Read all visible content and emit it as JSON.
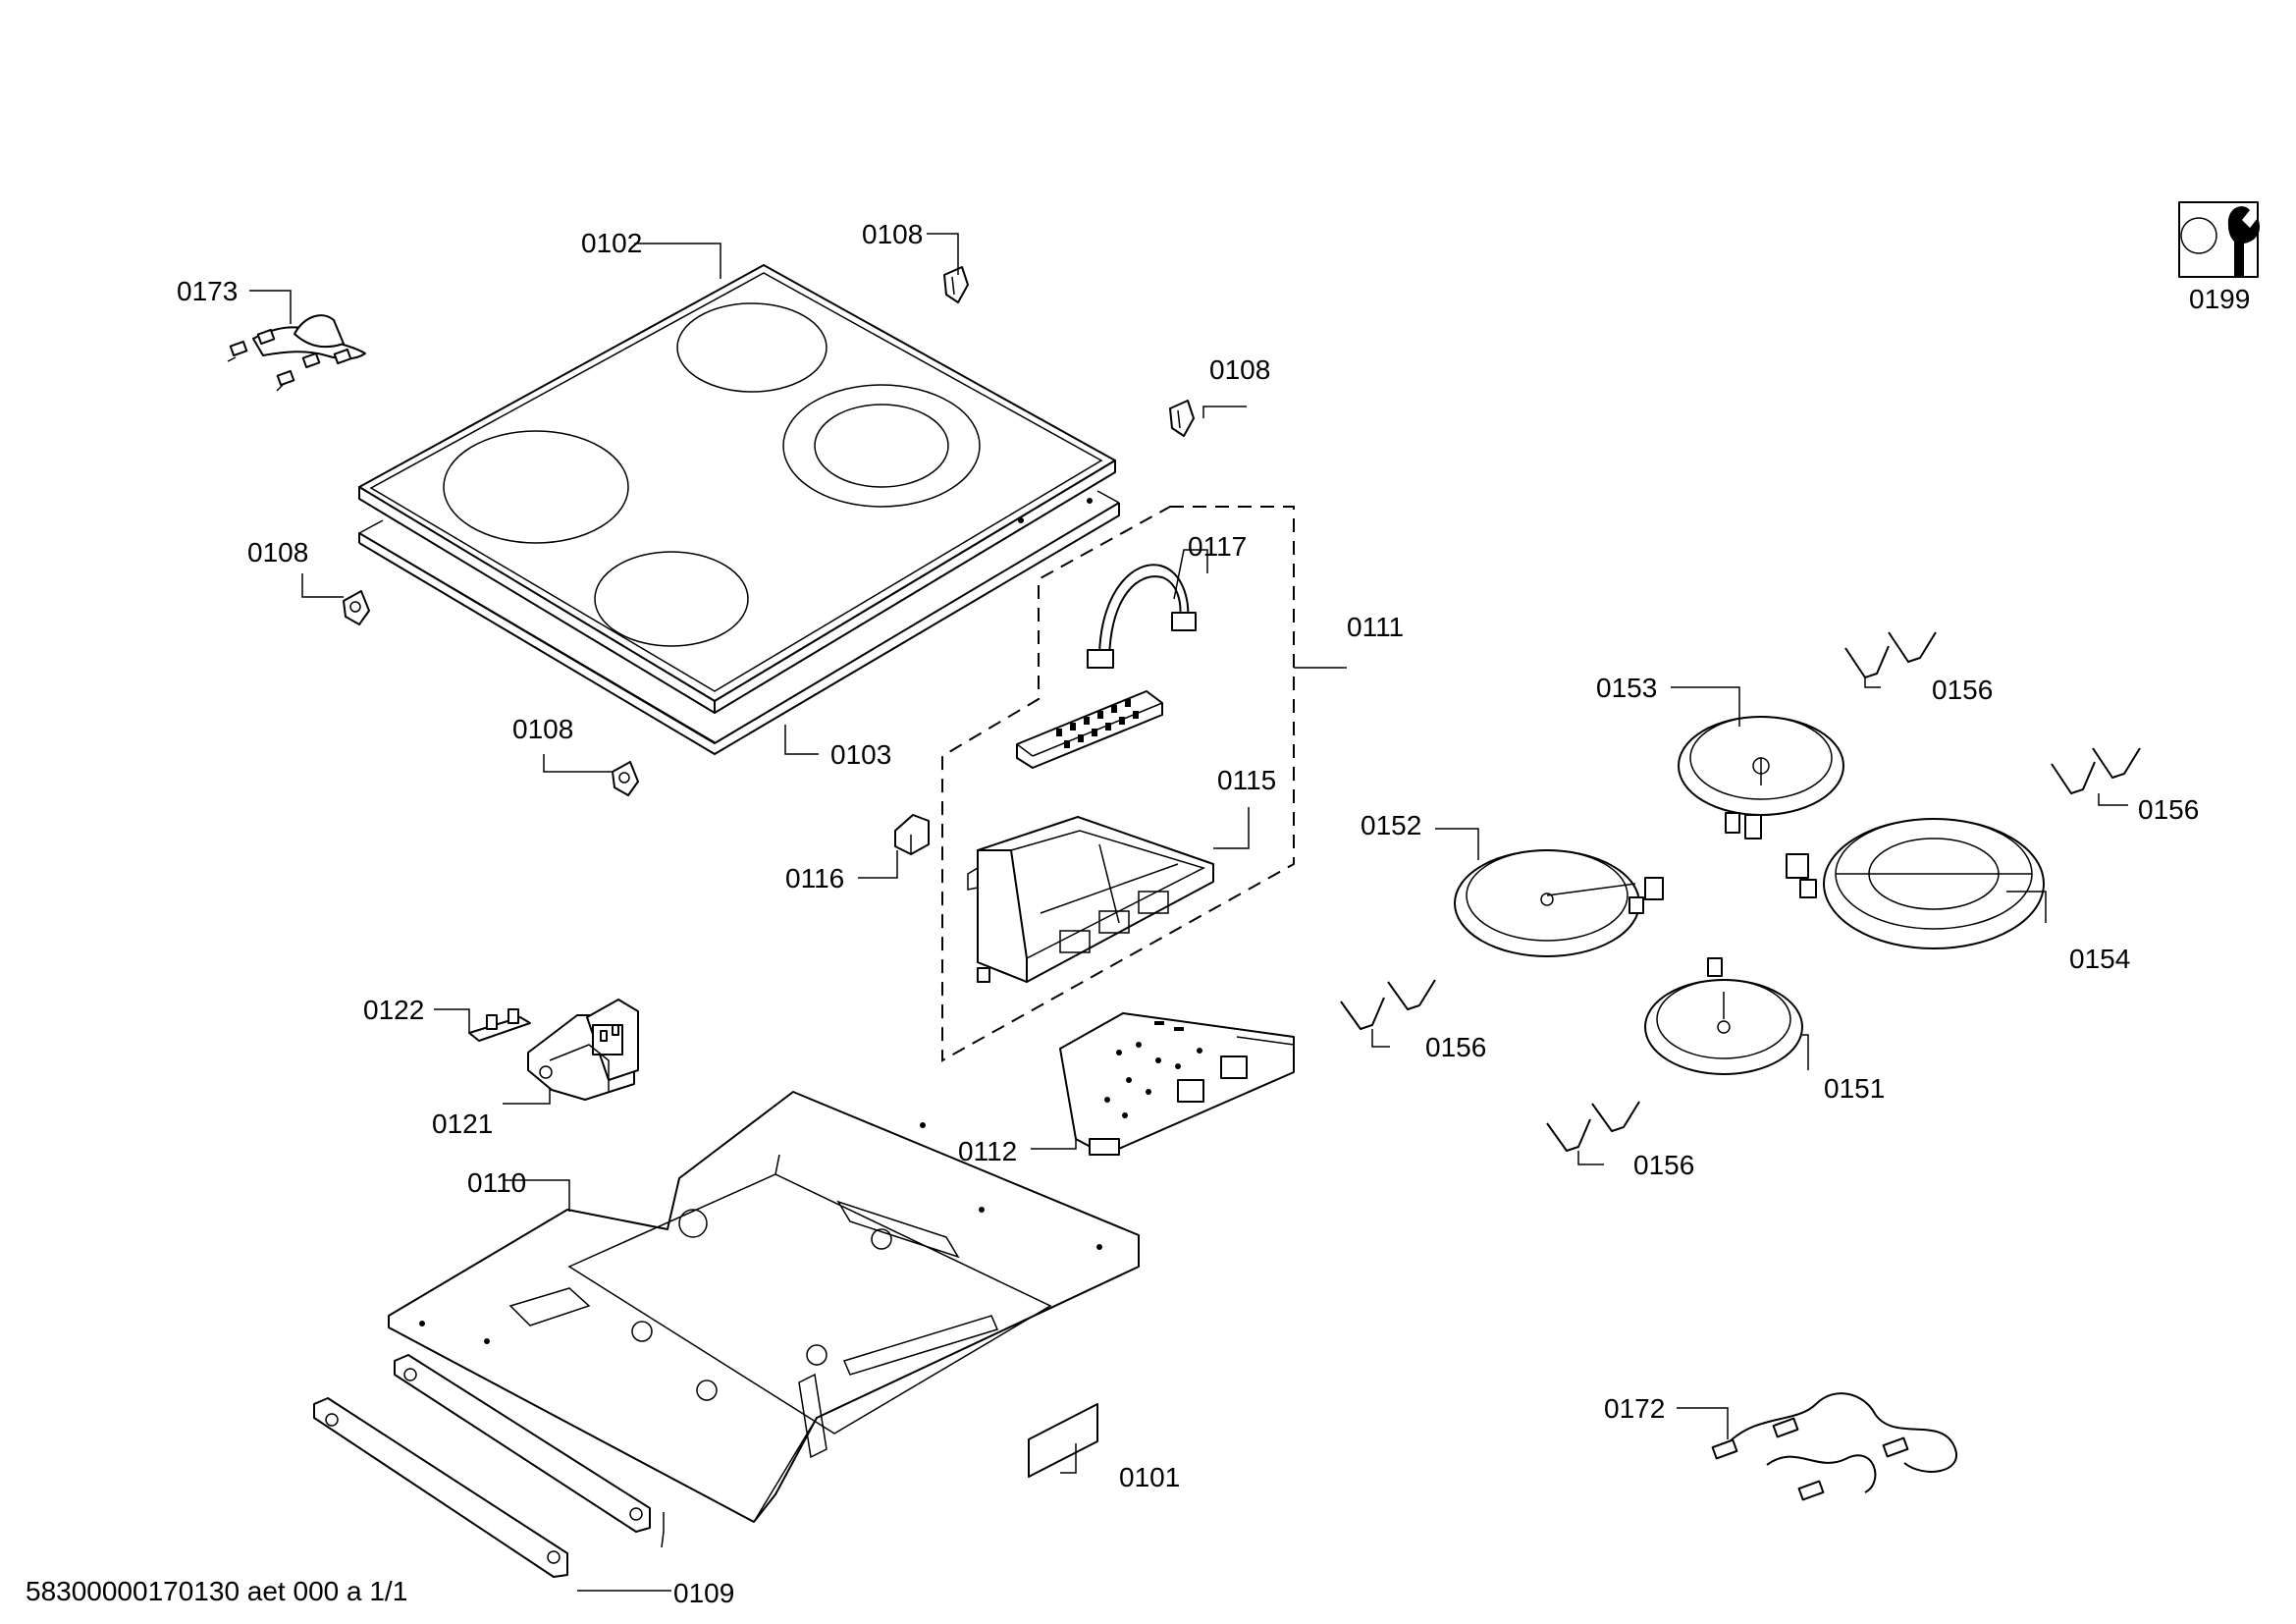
{
  "labels": {
    "l0101": "0101",
    "l0102": "0102",
    "l0103": "0103",
    "l0108a": "0108",
    "l0108b": "0108",
    "l0108c": "0108",
    "l0108d": "0108",
    "l0109": "0109",
    "l0110": "0110",
    "l0111": "0111",
    "l0112": "0112",
    "l0115": "0115",
    "l0116": "0116",
    "l0117": "0117",
    "l0121": "0121",
    "l0122": "0122",
    "l0151": "0151",
    "l0152": "0152",
    "l0153": "0153",
    "l0154": "0154",
    "l0156a": "0156",
    "l0156b": "0156",
    "l0156c": "0156",
    "l0156d": "0156",
    "l0172": "0172",
    "l0173": "0173",
    "l0199": "0199"
  },
  "footer": "58300000170130 aet 000 a 1/1",
  "icons": [
    "service-wrench-icon"
  ]
}
